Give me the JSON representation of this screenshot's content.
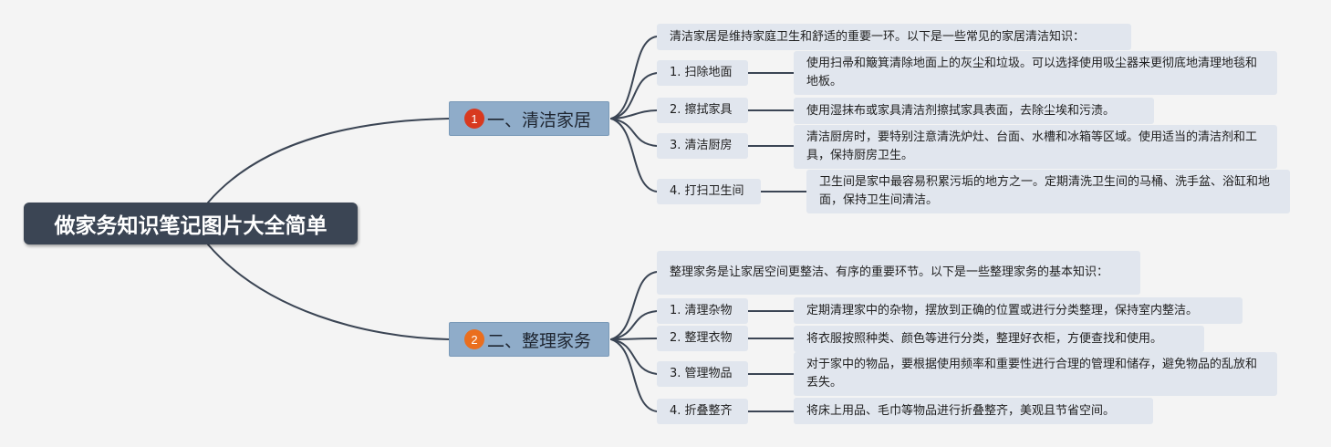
{
  "root": {
    "title": "做家务知识笔记图片大全简单"
  },
  "colors": {
    "root_bg": "#3b4554",
    "main_bg": "#8facc9",
    "node_bg": "#e1e6ee",
    "line": "#3b4554",
    "badge1": "#d8391f",
    "badge2": "#ea6e1e"
  },
  "branches": [
    {
      "badge": "1",
      "title": "一、清洁家居",
      "intro": "清洁家居是维持家庭卫生和舒适的重要一环。以下是一些常见的家居清洁知识：",
      "items": [
        {
          "label": "1. 扫除地面",
          "detail": "使用扫帚和簸箕清除地面上的灰尘和垃圾。可以选择使用吸尘器来更彻底地清理地毯和地板。"
        },
        {
          "label": "2. 擦拭家具",
          "detail": "使用湿抹布或家具清洁剂擦拭家具表面，去除尘埃和污渍。"
        },
        {
          "label": "3. 清洁厨房",
          "detail": "清洁厨房时，要特别注意清洗炉灶、台面、水槽和冰箱等区域。使用适当的清洁剂和工具，保持厨房卫生。"
        },
        {
          "label": "4. 打扫卫生间",
          "detail": "卫生间是家中最容易积累污垢的地方之一。定期清洗卫生间的马桶、洗手盆、浴缸和地面，保持卫生间清洁。"
        }
      ]
    },
    {
      "badge": "2",
      "title": "二、整理家务",
      "intro": "整理家务是让家居空间更整洁、有序的重要环节。以下是一些整理家务的基本知识：",
      "items": [
        {
          "label": "1. 清理杂物",
          "detail": "定期清理家中的杂物，摆放到正确的位置或进行分类整理，保持室内整洁。"
        },
        {
          "label": "2. 整理衣物",
          "detail": "将衣服按照种类、颜色等进行分类，整理好衣柜，方便查找和使用。"
        },
        {
          "label": "3. 管理物品",
          "detail": "对于家中的物品，要根据使用频率和重要性进行合理的管理和储存，避免物品的乱放和丢失。"
        },
        {
          "label": "4. 折叠整齐",
          "detail": "将床上用品、毛巾等物品进行折叠整齐，美观且节省空间。"
        }
      ]
    }
  ]
}
